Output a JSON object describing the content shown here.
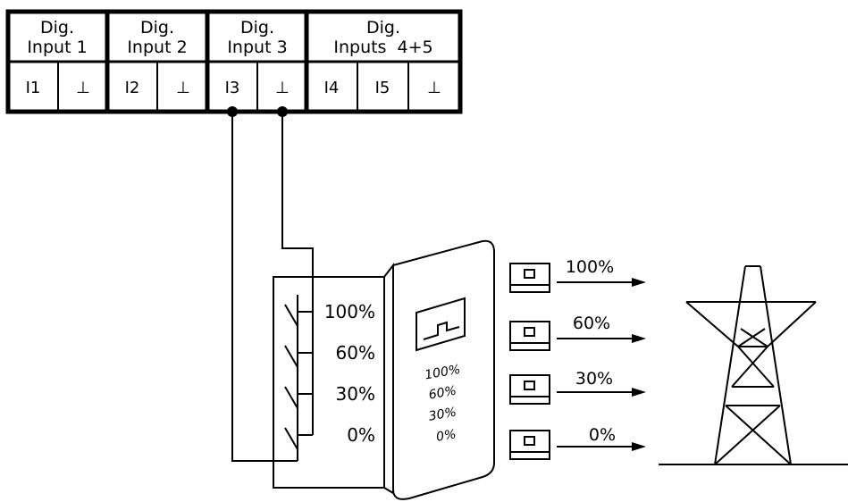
{
  "terminal_block": {
    "groups": [
      {
        "line1": "Dig.",
        "line2": "Input 1"
      },
      {
        "line1": "Dig.",
        "line2": "Input 2"
      },
      {
        "line1": "Dig.",
        "line2": "Input 3"
      },
      {
        "line1": "Dig.",
        "line2": "Inputs  4+5"
      }
    ],
    "terminals": [
      "I1",
      "⊥",
      "I2",
      "⊥",
      "I3",
      "⊥",
      "I4",
      "I5",
      "⊥"
    ]
  },
  "switch_panel": {
    "levels": [
      "100%",
      "60%",
      "30%",
      "0%"
    ]
  },
  "receiver_device": {
    "levels": [
      "100%",
      "60%",
      "30%",
      "0%"
    ]
  },
  "output_signals": {
    "levels": [
      "100%",
      "60%",
      "30%",
      "0%"
    ]
  }
}
